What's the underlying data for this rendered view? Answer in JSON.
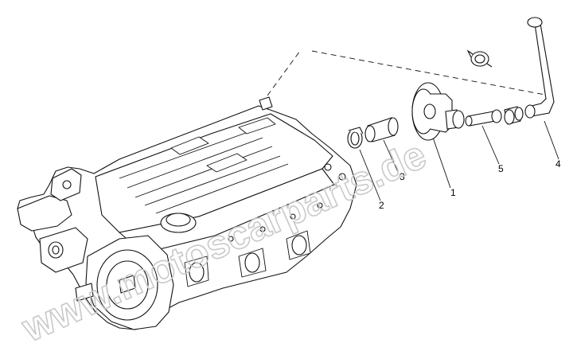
{
  "callouts": [
    {
      "id": "1",
      "label": "1"
    },
    {
      "id": "2",
      "label": "2"
    },
    {
      "id": "3",
      "label": "3"
    },
    {
      "id": "4",
      "label": "4"
    },
    {
      "id": "5",
      "label": "5"
    }
  ],
  "watermark": {
    "text": "www.motoscarparts.de"
  },
  "colors": {
    "line": "#111111",
    "background": "#ffffff",
    "watermark": "#c9c9c9"
  }
}
